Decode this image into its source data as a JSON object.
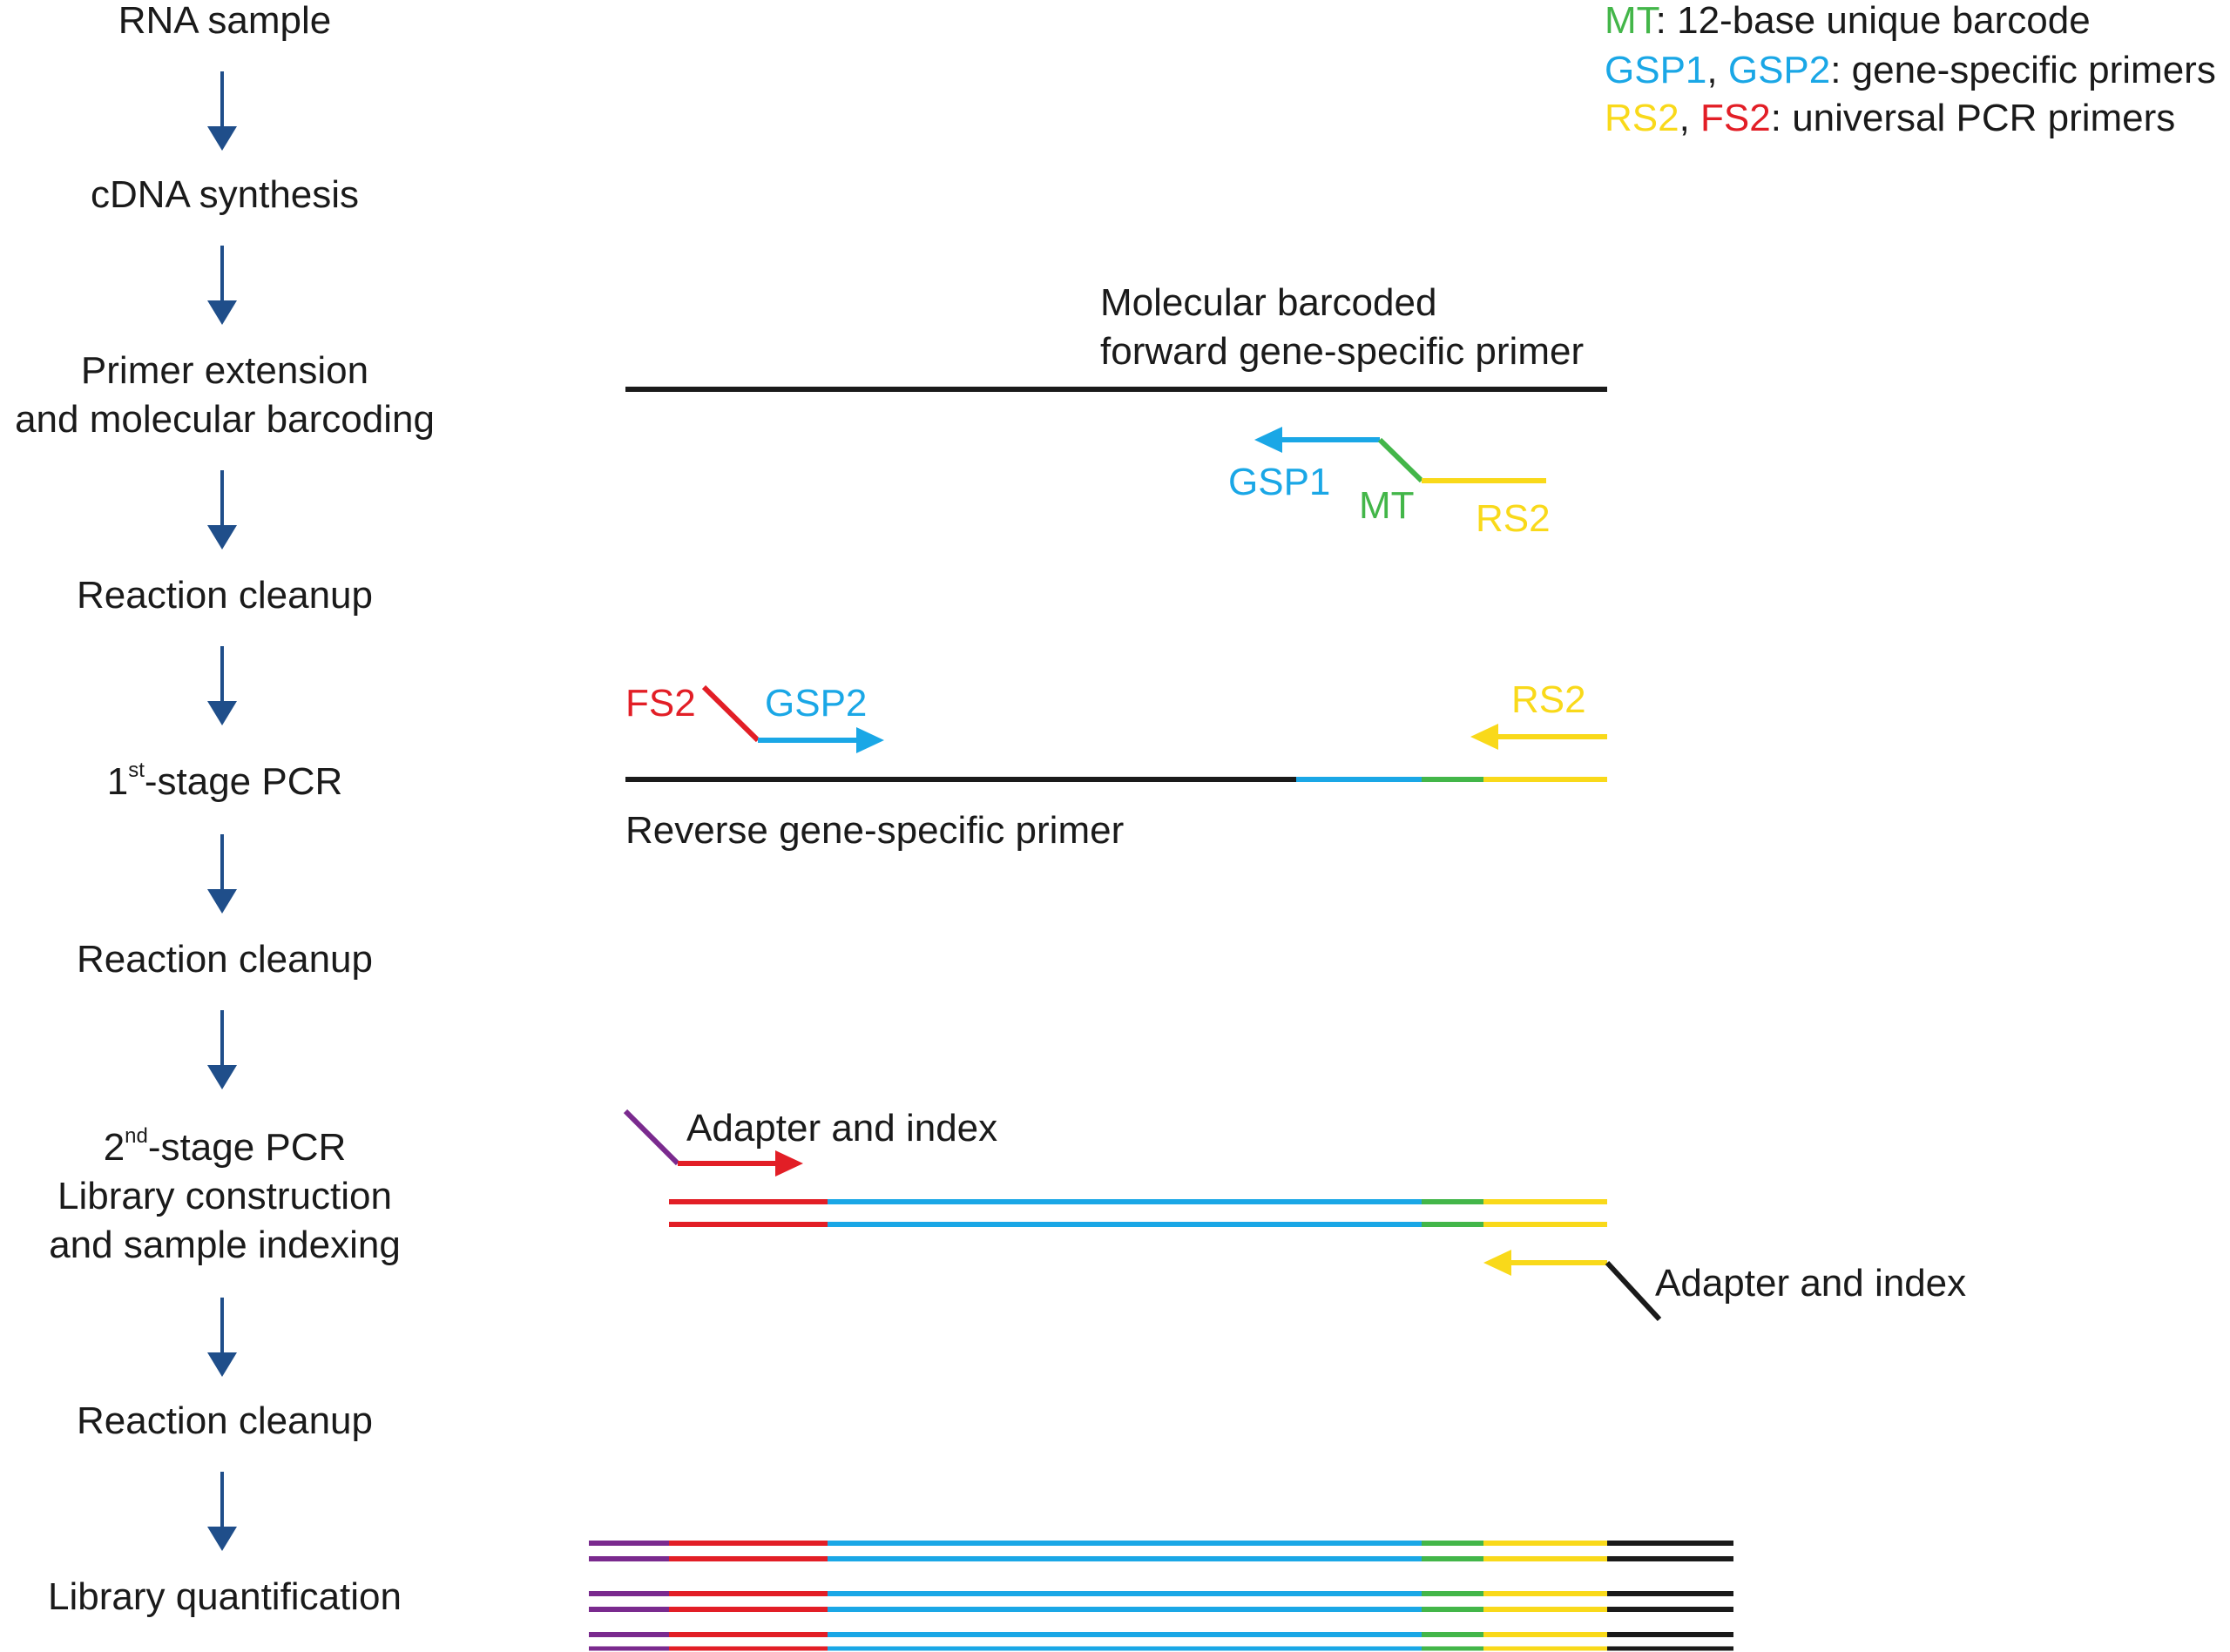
{
  "colors": {
    "black": "#1a1a1a",
    "blue": "#1aa7e6",
    "green": "#43b649",
    "yellow": "#f9d91a",
    "red": "#e21e26",
    "purple": "#7a2a8e",
    "navy_arrow": "#1f4e8a"
  },
  "legend": {
    "mt": "MT",
    "mt_desc": ": 12-base unique barcode",
    "gsp1": "GSP1",
    "sep1": ", ",
    "gsp2": "GSP2",
    "gsp_desc": ": gene-specific primers",
    "rs2": "RS2",
    "sep2": ", ",
    "fs2": "FS2",
    "universal_desc": ": universal PCR primers"
  },
  "workflow_steps": {
    "rna_sample": "RNA sample",
    "cdna_synthesis": "cDNA synthesis",
    "primer_extension_1": "Primer extension",
    "primer_extension_2": "and molecular barcoding",
    "reaction_cleanup_1": "Reaction cleanup",
    "first_stage_pcr_num": "1",
    "first_stage_pcr_sup": "st",
    "first_stage_pcr_rest": "-stage PCR",
    "reaction_cleanup_2": "Reaction cleanup",
    "second_stage_pcr_num": "2",
    "second_stage_pcr_sup": "nd",
    "second_stage_pcr_rest": "-stage PCR",
    "library_construction": "Library construction",
    "sample_indexing": "and sample indexing",
    "reaction_cleanup_3": "Reaction cleanup",
    "library_quantification": "Library quantification"
  },
  "annotations": {
    "forward_primer_1": "Molecular barcoded",
    "forward_primer_2": "forward gene-specific primer",
    "gsp1": "GSP1",
    "mt": "MT",
    "rs2_top": "RS2",
    "fs2": "FS2",
    "gsp2": "GSP2",
    "rs2_pcr1": "RS2",
    "reverse_primer": "Reverse gene-specific primer",
    "adapter_index_top": "Adapter and index",
    "adapter_index_bottom": "Adapter and index"
  }
}
